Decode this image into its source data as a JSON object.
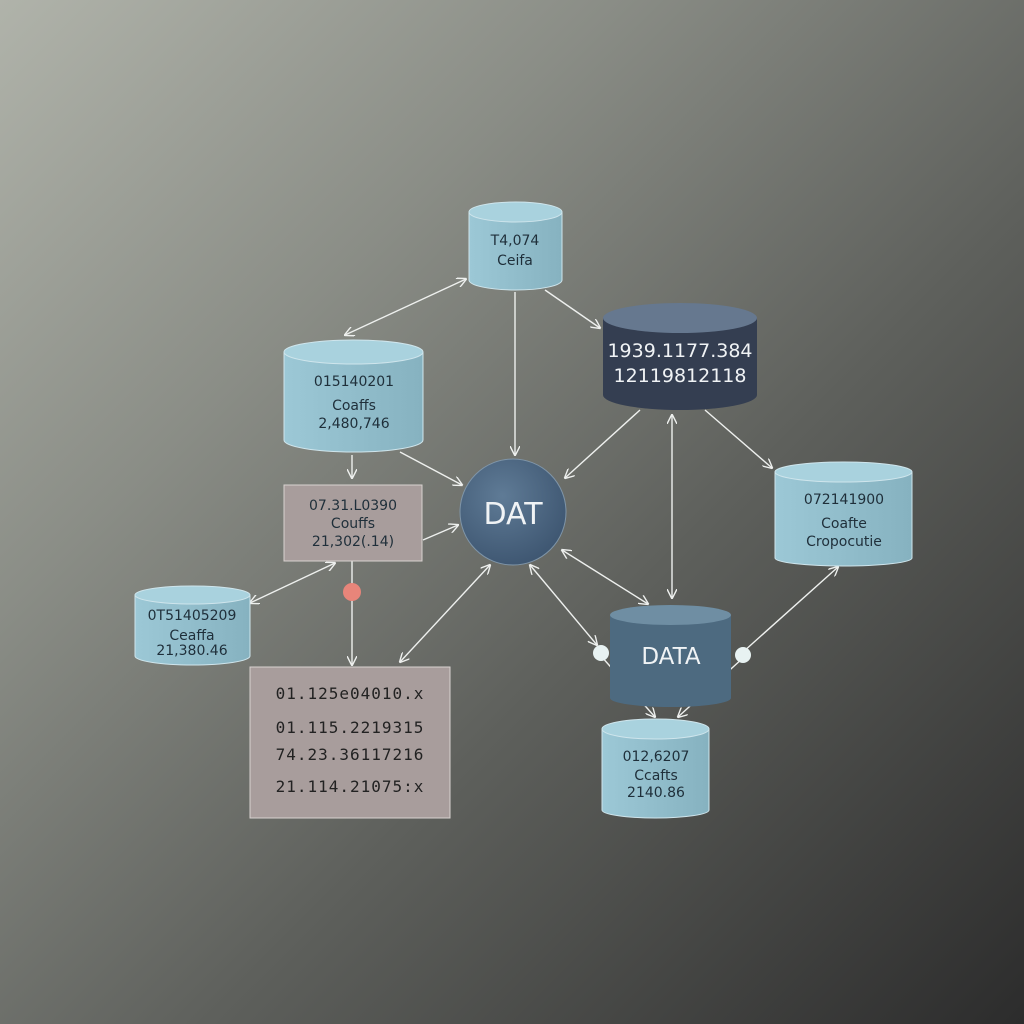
{
  "nodes": {
    "top_cylinder": {
      "lines": [
        "T4,074",
        "Ceifa"
      ]
    },
    "dark_cylinder": {
      "lines": [
        "1939.1177.384",
        "12119812118"
      ]
    },
    "left_cylinder": {
      "lines": [
        "015140201",
        "Coaffs",
        "2,480,746"
      ]
    },
    "box_small": {
      "lines": [
        "07.31.L0390",
        "Couffs",
        "21,302(.14)"
      ]
    },
    "small_cylinder": {
      "lines": [
        "0T51405209",
        "Ceaffa",
        "21,380.46"
      ]
    },
    "big_box": {
      "lines": [
        "01.125e04010.x",
        "01.115.2219315",
        "74.23.36117216",
        "21.114.21075:x"
      ]
    },
    "center_circle": {
      "label": "DAT"
    },
    "data_cylinder": {
      "label": "DATA"
    },
    "right_cylinder": {
      "lines": [
        "072141900",
        "Coafte",
        "Cropocutie"
      ]
    },
    "bottom_cylinder": {
      "lines": [
        "012,6207",
        "Ccafts",
        "2140.86"
      ]
    }
  },
  "colors": {
    "light_node": "#8fbccb",
    "dark_node": "#3a4558",
    "box": "#a89d9c",
    "circle": "#4f6a85",
    "data_node": "#4d6a80",
    "red_dot": "#e8857a",
    "white_dot": "#e8f2f2"
  }
}
